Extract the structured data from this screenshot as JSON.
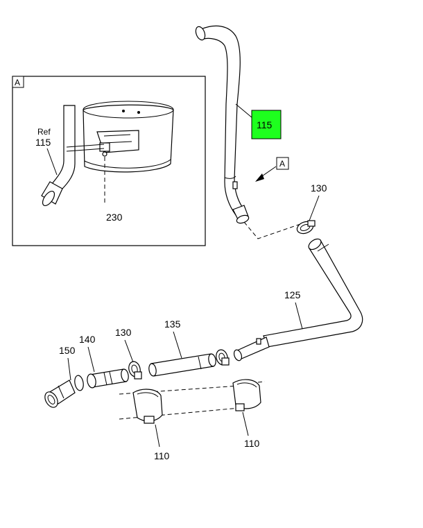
{
  "detail_box": {
    "letter": "A",
    "ref_word": "Ref",
    "ref_number": "115",
    "callout": "230"
  },
  "view_marker": {
    "letter": "A"
  },
  "callouts": {
    "highlight": "115",
    "p130_top": "130",
    "p125": "125",
    "p135": "135",
    "p130_mid": "130",
    "p140": "140",
    "p150": "150",
    "p110_left": "110",
    "p110_right": "110"
  },
  "colors": {
    "highlight": "#1eff1e",
    "line": "#000000",
    "background": "#ffffff"
  }
}
